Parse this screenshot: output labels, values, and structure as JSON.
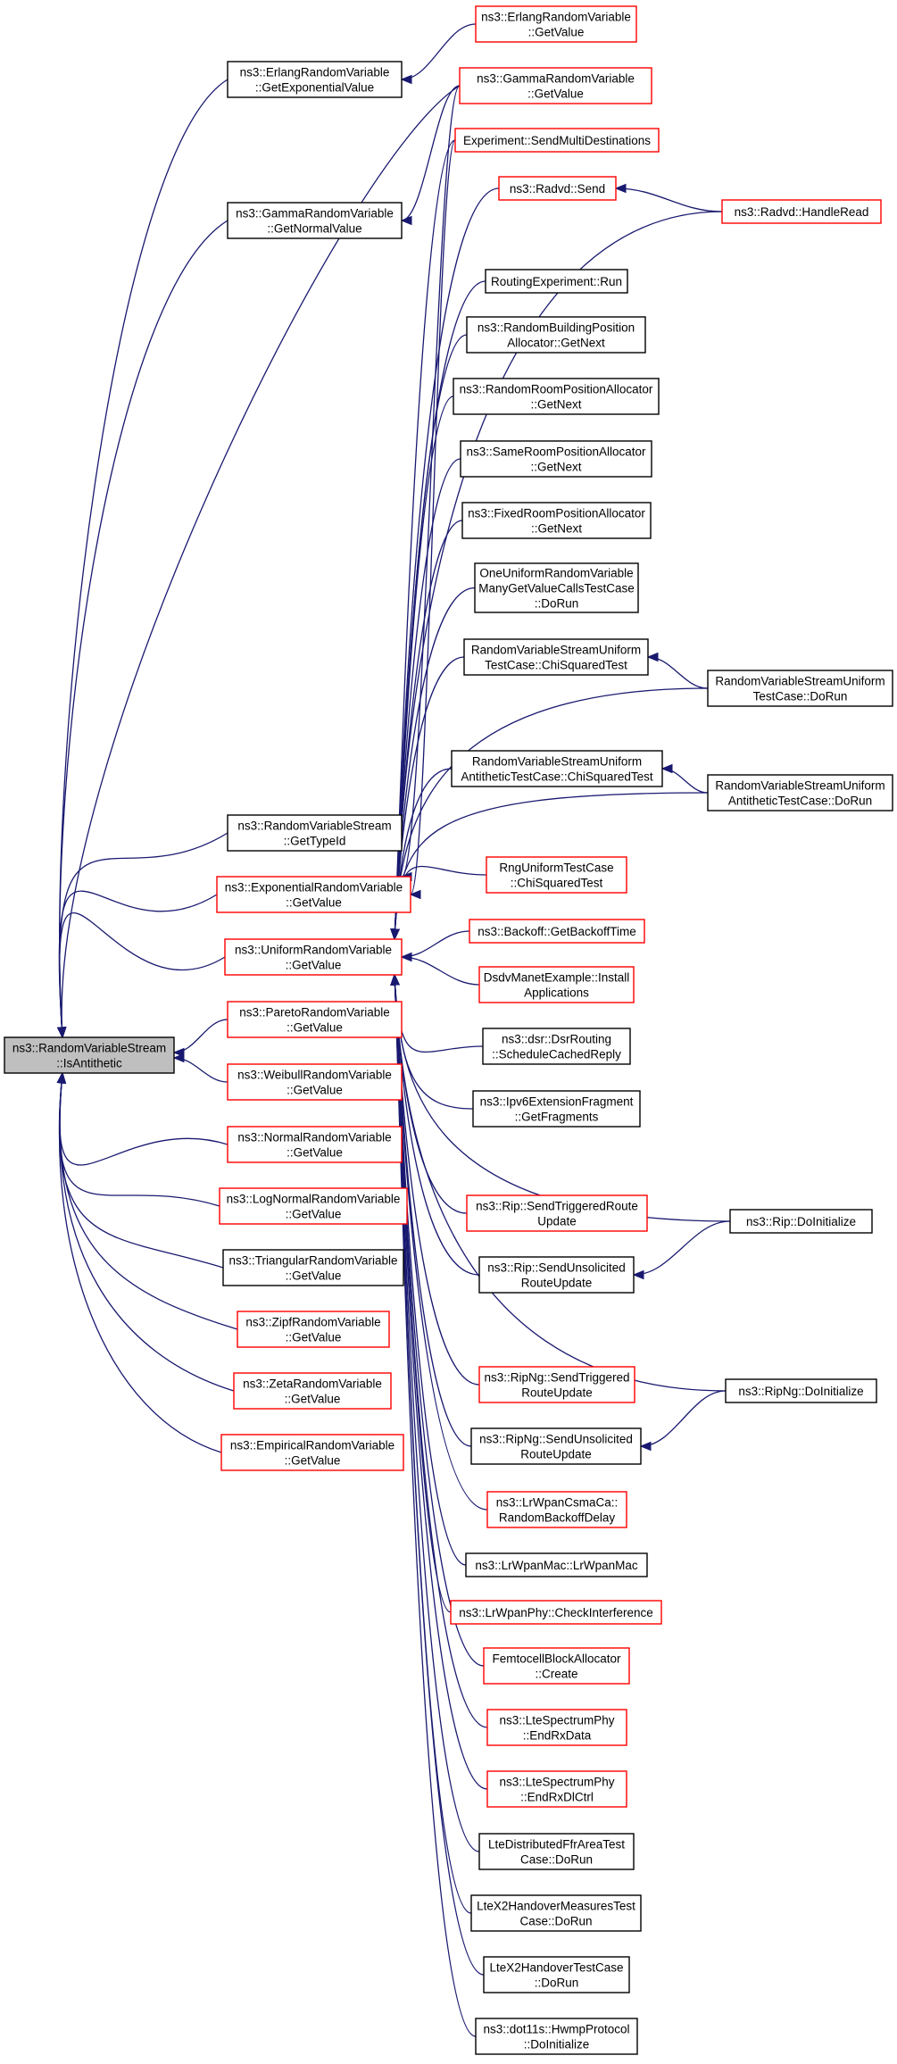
{
  "colors": {
    "edge": "#191970",
    "border_normal": "#000000",
    "border_truncated": "#ff0000",
    "root_fill": "#bfbfbf",
    "node_fill": "#ffffff"
  },
  "nodes": {
    "root": {
      "lines": [
        "ns3::RandomVariableStream",
        "::IsAntithetic"
      ],
      "style": "root"
    },
    "erlangExp": {
      "lines": [
        "ns3::ErlangRandomVariable",
        "::GetExponentialValue"
      ],
      "style": "normal"
    },
    "gammaNormal": {
      "lines": [
        "ns3::GammaRandomVariable",
        "::GetNormalValue"
      ],
      "style": "normal"
    },
    "typeId": {
      "lines": [
        "ns3::RandomVariableStream",
        "::GetTypeId"
      ],
      "style": "normal"
    },
    "exponential": {
      "lines": [
        "ns3::ExponentialRandomVariable",
        "::GetValue"
      ],
      "style": "truncated"
    },
    "uniform": {
      "lines": [
        "ns3::UniformRandomVariable",
        "::GetValue"
      ],
      "style": "truncated"
    },
    "pareto": {
      "lines": [
        "ns3::ParetoRandomVariable",
        "::GetValue"
      ],
      "style": "truncated"
    },
    "weibull": {
      "lines": [
        "ns3::WeibullRandomVariable",
        "::GetValue"
      ],
      "style": "truncated"
    },
    "normal": {
      "lines": [
        "ns3::NormalRandomVariable",
        "::GetValue"
      ],
      "style": "truncated"
    },
    "logNormal": {
      "lines": [
        "ns3::LogNormalRandomVariable",
        "::GetValue"
      ],
      "style": "truncated"
    },
    "triangular": {
      "lines": [
        "ns3::TriangularRandomVariable",
        "::GetValue"
      ],
      "style": "normal"
    },
    "zipf": {
      "lines": [
        "ns3::ZipfRandomVariable",
        "::GetValue"
      ],
      "style": "truncated"
    },
    "zeta": {
      "lines": [
        "ns3::ZetaRandomVariable",
        "::GetValue"
      ],
      "style": "truncated"
    },
    "empirical": {
      "lines": [
        "ns3::EmpiricalRandomVariable",
        "::GetValue"
      ],
      "style": "truncated"
    },
    "erlangGet": {
      "lines": [
        "ns3::ErlangRandomVariable",
        "::GetValue"
      ],
      "style": "truncated"
    },
    "gammaGet": {
      "lines": [
        "ns3::GammaRandomVariable",
        "::GetValue"
      ],
      "style": "truncated"
    },
    "sendMulti": {
      "lines": [
        "Experiment::SendMultiDestinations"
      ],
      "style": "truncated"
    },
    "radvdSend": {
      "lines": [
        "ns3::Radvd::Send"
      ],
      "style": "truncated"
    },
    "radvdHandle": {
      "lines": [
        "ns3::Radvd::HandleRead"
      ],
      "style": "truncated"
    },
    "routingRun": {
      "lines": [
        "RoutingExperiment::Run"
      ],
      "style": "normal"
    },
    "randBuilding": {
      "lines": [
        "ns3::RandomBuildingPosition",
        "Allocator::GetNext"
      ],
      "style": "normal"
    },
    "randRoom": {
      "lines": [
        "ns3::RandomRoomPositionAllocator",
        "::GetNext"
      ],
      "style": "normal"
    },
    "sameRoom": {
      "lines": [
        "ns3::SameRoomPositionAllocator",
        "::GetNext"
      ],
      "style": "normal"
    },
    "fixedRoom": {
      "lines": [
        "ns3::FixedRoomPositionAllocator",
        "::GetNext"
      ],
      "style": "normal"
    },
    "oneUniform": {
      "lines": [
        "OneUniformRandomVariable",
        "ManyGetValueCallsTestCase",
        "::DoRun"
      ],
      "style": "normal"
    },
    "rvsuChi": {
      "lines": [
        "RandomVariableStreamUniform",
        "TestCase::ChiSquaredTest"
      ],
      "style": "normal"
    },
    "rvsuDoRun": {
      "lines": [
        "RandomVariableStreamUniform",
        "TestCase::DoRun"
      ],
      "style": "normal"
    },
    "rvsuaChi": {
      "lines": [
        "RandomVariableStreamUniform",
        "AntitheticTestCase::ChiSquaredTest"
      ],
      "style": "normal"
    },
    "rvsuaDoRun": {
      "lines": [
        "RandomVariableStreamUniform",
        "AntitheticTestCase::DoRun"
      ],
      "style": "normal"
    },
    "rngUniform": {
      "lines": [
        "RngUniformTestCase",
        "::ChiSquaredTest"
      ],
      "style": "truncated"
    },
    "backoff": {
      "lines": [
        "ns3::Backoff::GetBackoffTime"
      ],
      "style": "truncated"
    },
    "dsdv": {
      "lines": [
        "DsdvManetExample::Install",
        "Applications"
      ],
      "style": "truncated"
    },
    "dsr": {
      "lines": [
        "ns3::dsr::DsrRouting",
        "::ScheduleCachedReply"
      ],
      "style": "normal"
    },
    "ipv6Frag": {
      "lines": [
        "ns3::Ipv6ExtensionFragment",
        "::GetFragments"
      ],
      "style": "normal"
    },
    "ripTrig": {
      "lines": [
        "ns3::Rip::SendTriggeredRoute",
        "Update"
      ],
      "style": "truncated"
    },
    "ripUnsol": {
      "lines": [
        "ns3::Rip::SendUnsolicited",
        "RouteUpdate"
      ],
      "style": "normal"
    },
    "ripInit": {
      "lines": [
        "ns3::Rip::DoInitialize"
      ],
      "style": "normal"
    },
    "ripngTrig": {
      "lines": [
        "ns3::RipNg::SendTriggered",
        "RouteUpdate"
      ],
      "style": "truncated"
    },
    "ripngUnsol": {
      "lines": [
        "ns3::RipNg::SendUnsolicited",
        "RouteUpdate"
      ],
      "style": "normal"
    },
    "ripngInit": {
      "lines": [
        "ns3::RipNg::DoInitialize"
      ],
      "style": "normal"
    },
    "lrwpanCsma": {
      "lines": [
        "ns3::LrWpanCsmaCa::",
        "RandomBackoffDelay"
      ],
      "style": "truncated"
    },
    "lrwpanMac": {
      "lines": [
        "ns3::LrWpanMac::LrWpanMac"
      ],
      "style": "normal"
    },
    "lrwpanPhy": {
      "lines": [
        "ns3::LrWpanPhy::CheckInterference"
      ],
      "style": "truncated"
    },
    "femtocell": {
      "lines": [
        "FemtocellBlockAllocator",
        "::Create"
      ],
      "style": "truncated"
    },
    "lteEndRxData": {
      "lines": [
        "ns3::LteSpectrumPhy",
        "::EndRxData"
      ],
      "style": "truncated"
    },
    "lteEndRxDlCtrl": {
      "lines": [
        "ns3::LteSpectrumPhy",
        "::EndRxDlCtrl"
      ],
      "style": "truncated"
    },
    "lteFfr": {
      "lines": [
        "LteDistributedFfrAreaTest",
        "Case::DoRun"
      ],
      "style": "normal"
    },
    "lteX2Measures": {
      "lines": [
        "LteX2HandoverMeasuresTest",
        "Case::DoRun"
      ],
      "style": "normal"
    },
    "lteX2": {
      "lines": [
        "LteX2HandoverTestCase",
        "::DoRun"
      ],
      "style": "normal"
    },
    "hwmp": {
      "lines": [
        "ns3::dot11s::HwmpProtocol",
        "::DoInitialize"
      ],
      "style": "normal"
    }
  }
}
